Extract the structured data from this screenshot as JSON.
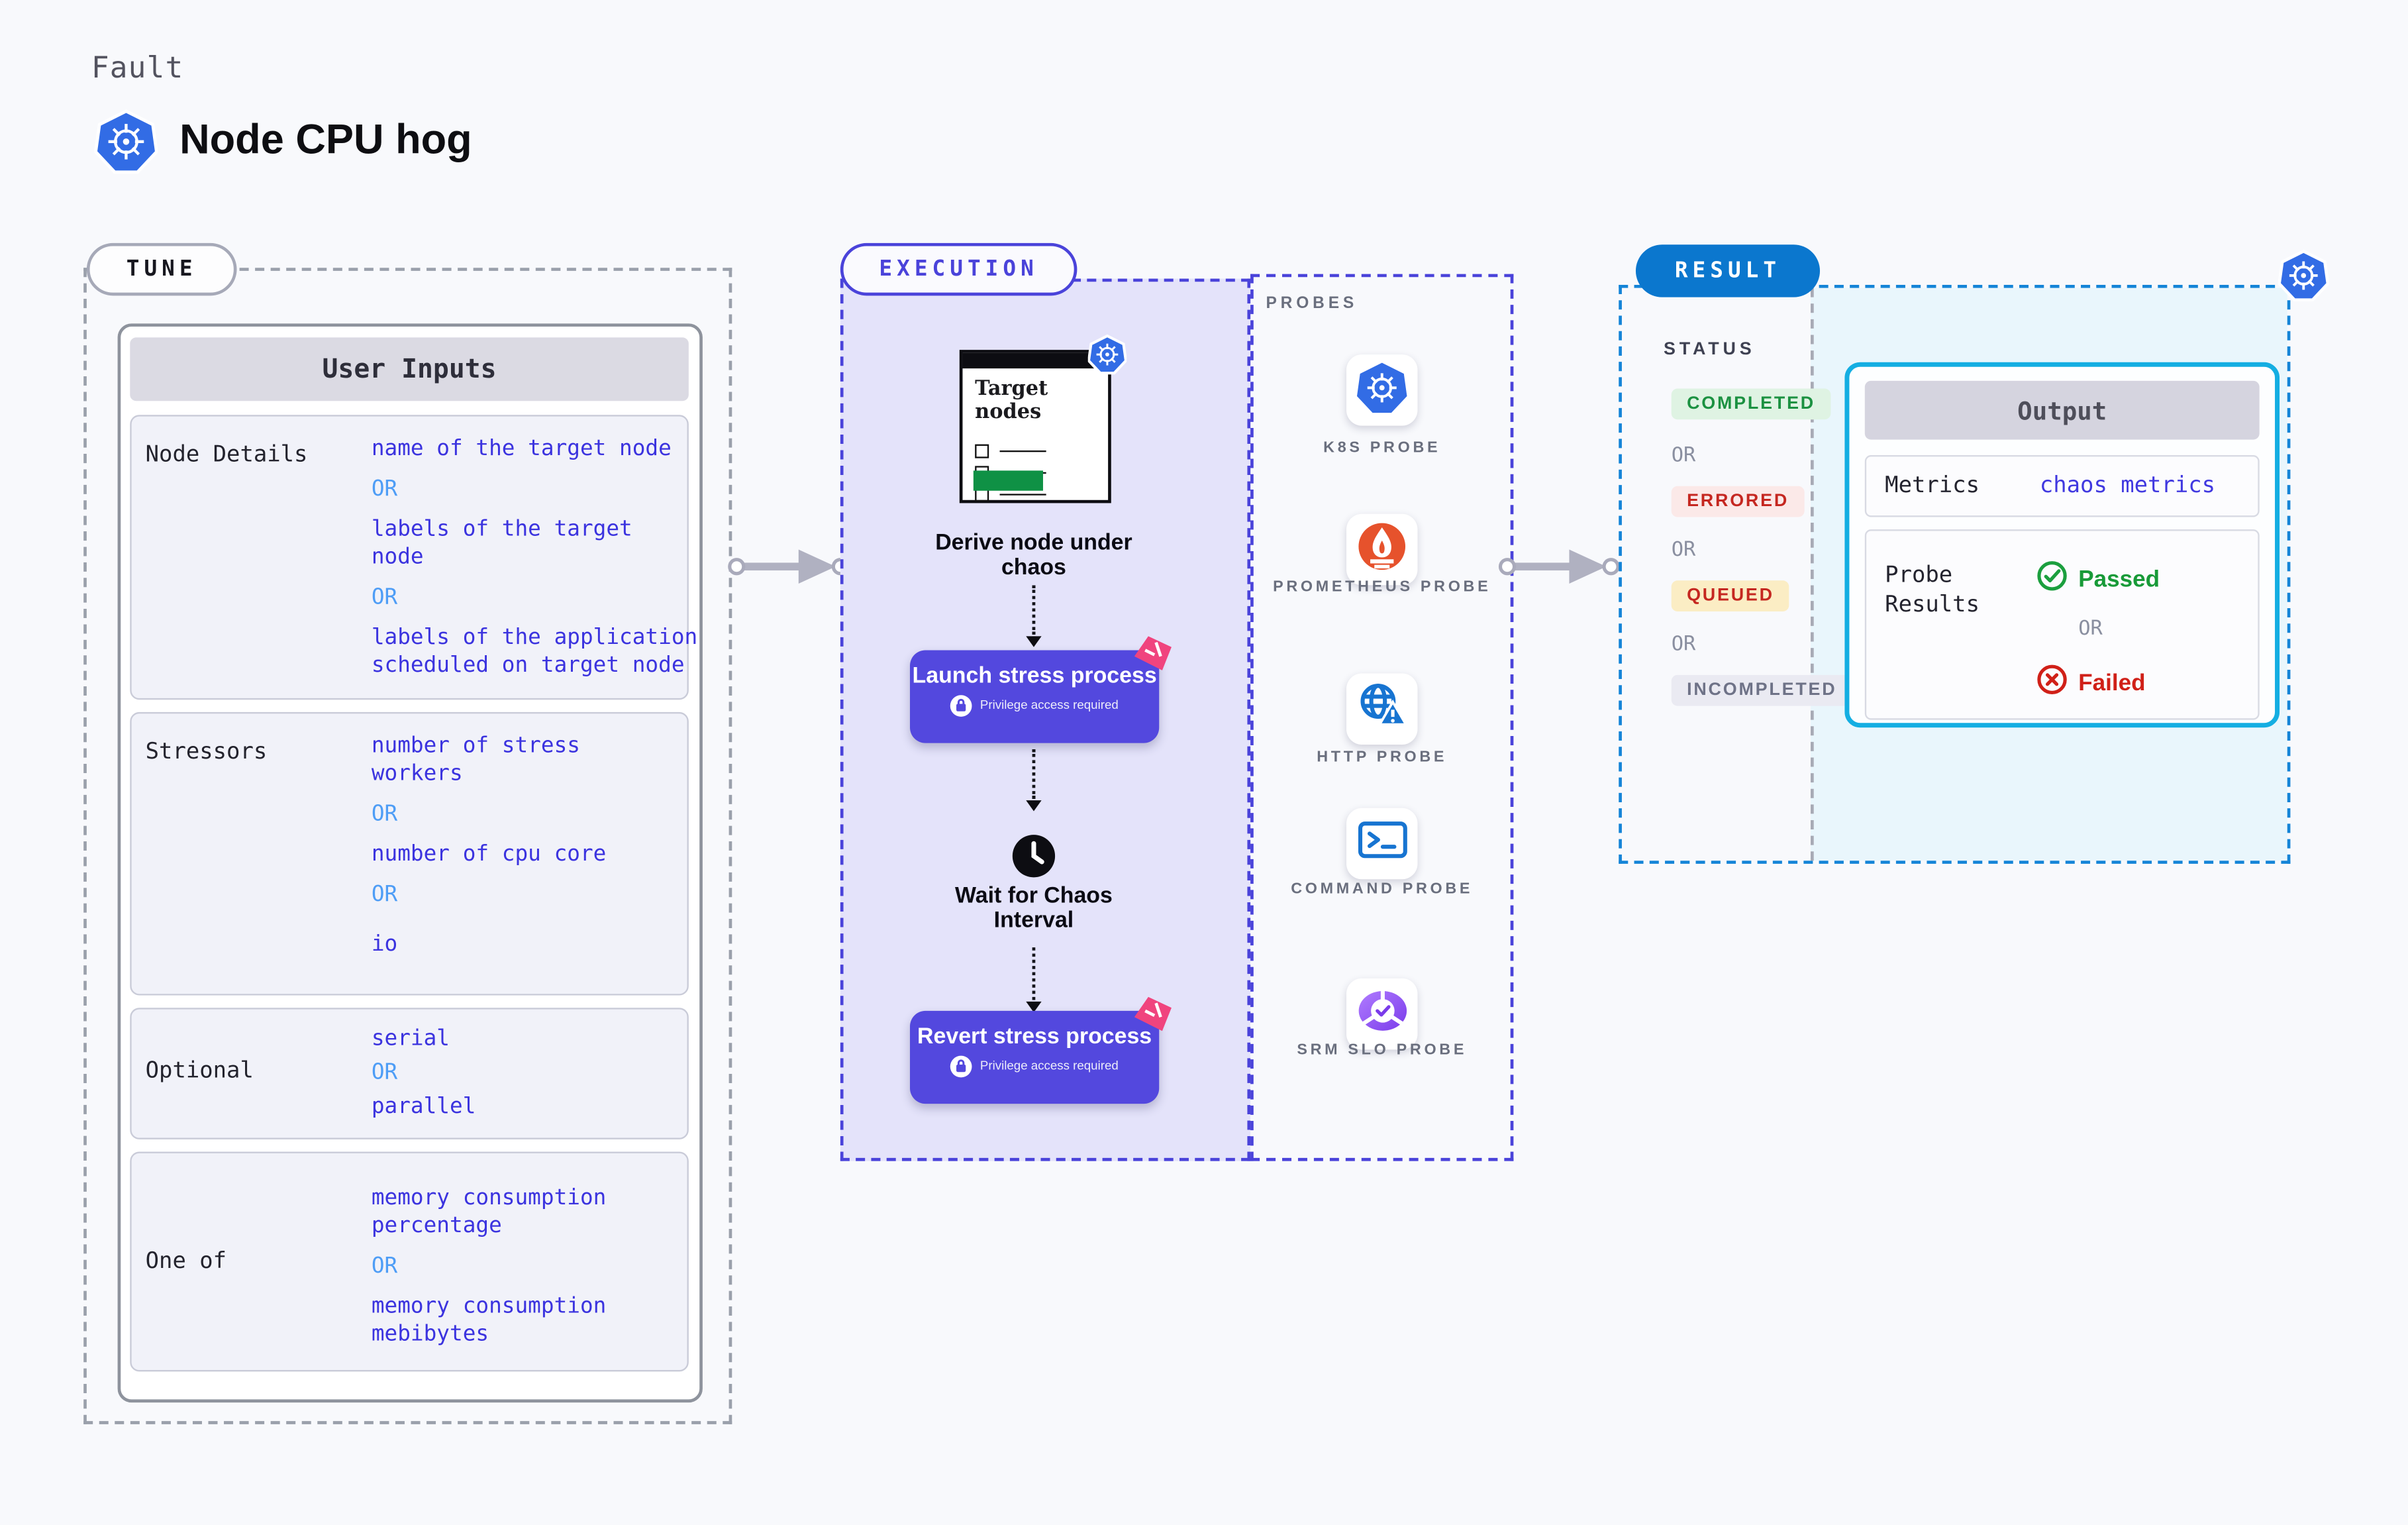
{
  "header": {
    "category": "Fault",
    "title": "Node CPU hog"
  },
  "tune": {
    "badge": "TUNE",
    "panel_title": "User Inputs",
    "rows": [
      {
        "label": "Node Details",
        "values": [
          {
            "text": "name of the target node",
            "kind": "value"
          },
          {
            "text": "OR",
            "kind": "or"
          },
          {
            "text": "labels of the target node",
            "kind": "value"
          },
          {
            "text": "OR",
            "kind": "or"
          },
          {
            "text": "labels of the application scheduled on target node",
            "kind": "value"
          }
        ]
      },
      {
        "label": "Stressors",
        "values": [
          {
            "text": "number of stress workers",
            "kind": "value"
          },
          {
            "text": "OR",
            "kind": "or"
          },
          {
            "text": "number of cpu core",
            "kind": "value"
          },
          {
            "text": "OR",
            "kind": "or"
          },
          {
            "text": "io",
            "kind": "value"
          }
        ]
      },
      {
        "label": "Optional",
        "values": [
          {
            "text": "serial",
            "kind": "value"
          },
          {
            "text": "OR",
            "kind": "or"
          },
          {
            "text": "parallel",
            "kind": "value"
          }
        ]
      },
      {
        "label": "One of",
        "values": [
          {
            "text": "memory consumption percentage",
            "kind": "value"
          },
          {
            "text": "OR",
            "kind": "or"
          },
          {
            "text": "memory consumption mebibytes",
            "kind": "value"
          }
        ]
      }
    ]
  },
  "execution": {
    "badge": "EXECUTION",
    "target_card_title": "Target nodes",
    "derive_caption": "Derive node under chaos",
    "launch_label": "Launch stress process",
    "wait_caption": "Wait for Chaos Interval",
    "revert_label": "Revert stress process",
    "privilege_note": "Privilege access required"
  },
  "probes": {
    "title": "PROBES",
    "items": [
      {
        "label": "K8S PROBE"
      },
      {
        "label": "PROMETHEUS PROBE"
      },
      {
        "label": "HTTP PROBE"
      },
      {
        "label": "COMMAND PROBE"
      },
      {
        "label": "SRM SLO PROBE"
      }
    ]
  },
  "result": {
    "badge": "RESULT",
    "status_title": "STATUS",
    "statuses": [
      {
        "text": "COMPLETED",
        "kind": "green"
      },
      {
        "text": "OR",
        "kind": "or"
      },
      {
        "text": "ERRORED",
        "kind": "red"
      },
      {
        "text": "OR",
        "kind": "or"
      },
      {
        "text": "QUEUED",
        "kind": "yellow"
      },
      {
        "text": "OR",
        "kind": "or"
      },
      {
        "text": "INCOMPLETED",
        "kind": "gray"
      }
    ],
    "output": {
      "title": "Output",
      "metrics_label": "Metrics",
      "metrics_value": "chaos metrics",
      "probe_results_label": "Probe Results",
      "passed": "Passed",
      "or": "OR",
      "failed": "Failed"
    }
  },
  "colors": {
    "accent_indigo": "#4A43DA",
    "button_indigo": "#5348DE",
    "k8s_blue": "#326CE5",
    "result_blue": "#0B77CE",
    "output_cyan": "#14AEE2",
    "value_blue": "#3B33DF",
    "or_blue": "#4E9DF6",
    "green": "#1B9141",
    "red": "#C52720",
    "pink_ribbon": "#F0447E",
    "prometheus_orange": "#E6522C"
  }
}
